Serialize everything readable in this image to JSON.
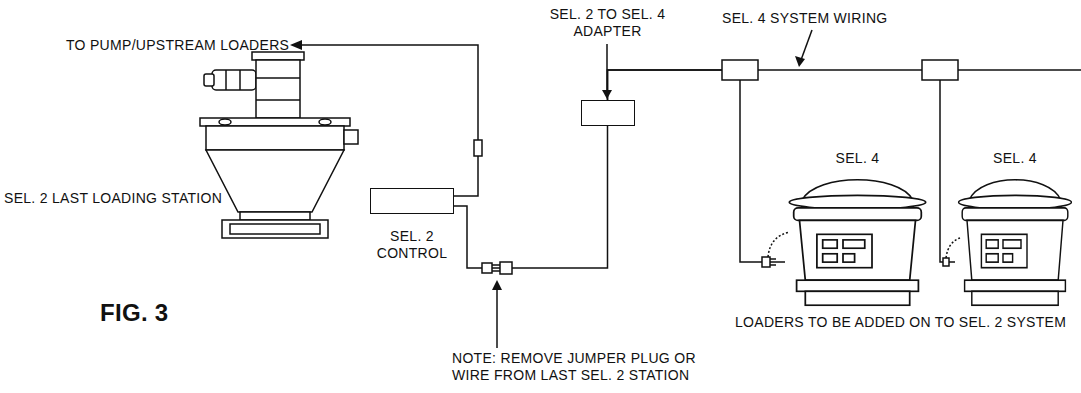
{
  "diagram": {
    "nodes": [
      {
        "text": [
          "SEL. 2 CONTROL"
        ]
      },
      {
        "text": [
          "SEL. 2 TO SEL. 4 ADAPTER"
        ]
      },
      {
        "text": [
          "SEL. 4"
        ]
      },
      {
        "text": [
          "SEL. 4"
        ]
      }
    ],
    "edges": [
      {
        "from": 0,
        "to": 1,
        "arrow": "none"
      },
      {
        "from": 1,
        "to": 2,
        "arrow": "none"
      },
      {
        "from": 1,
        "to": 3,
        "arrow": "none"
      }
    ],
    "labels": [
      "TO PUMP/UPSTREAM LOADERS",
      "SEL. 2 LAST LOADING STATION",
      "SEL. 4 SYSTEM WIRING",
      "LOADERS TO BE ADDED ON TO SEL. 2 SYSTEM",
      "FIG. 3",
      "NOTE: REMOVE JUMPER PLUG OR WIRE FROM LAST SEL. 2 STATION"
    ]
  }
}
